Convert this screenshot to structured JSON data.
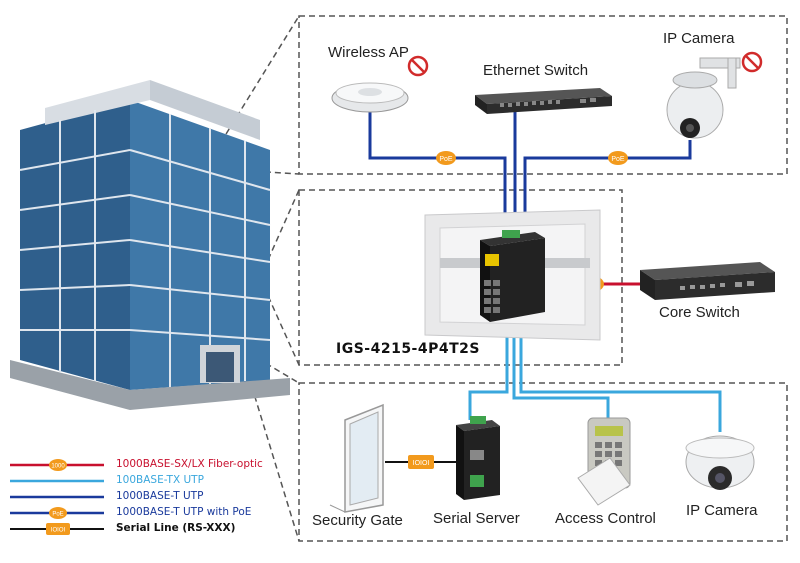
{
  "labels": {
    "wireless_ap": "Wireless AP",
    "ethernet_switch": "Ethernet Switch",
    "ip_camera_top": "IP Camera",
    "core_switch": "Core Switch",
    "main_switch": "IGS-4215-4P4T2S",
    "security_gate": "Security Gate",
    "serial_server": "Serial Server",
    "access_control": "Access Control",
    "ip_camera_bottom": "IP Camera"
  },
  "badges": {
    "poe": "PoE",
    "fiber": "1000",
    "serial": "IOIOI"
  },
  "legend": [
    {
      "text": "1000BASE-SX/LX Fiber-optic",
      "color": "#c8102e",
      "badge": "fiber"
    },
    {
      "text": "100BASE-TX UTP",
      "color": "#3aa7dd",
      "badge": ""
    },
    {
      "text": "1000BASE-T UTP",
      "color": "#1a3a9c",
      "badge": ""
    },
    {
      "text": "1000BASE-T UTP with PoE",
      "color": "#1a3a9c",
      "badge": "poe"
    },
    {
      "text": "Serial Line (RS-XXX)",
      "color": "#111111",
      "badge": "serial"
    }
  ],
  "colors": {
    "fiber": "#c8102e",
    "utp100": "#3aa7dd",
    "utp1000": "#1a3a9c",
    "serial": "#111111",
    "badge": "#f29a1d",
    "dashed": "#555555"
  }
}
